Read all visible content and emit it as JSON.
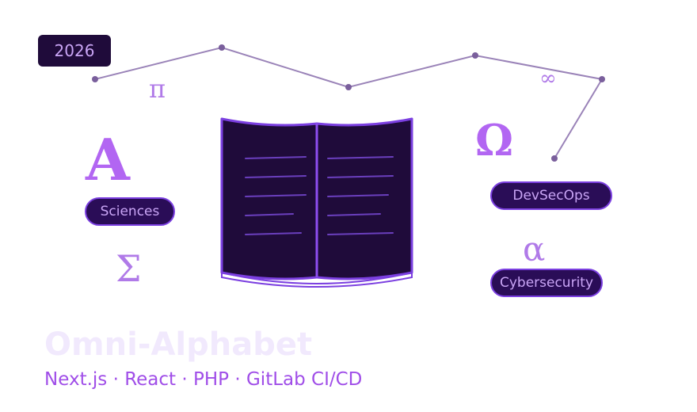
{
  "badge": {
    "year": "2026"
  },
  "glyphs": {
    "a": "A",
    "omega": "Ω",
    "pi": "π",
    "infinity": "∞",
    "sigma": "Σ",
    "alpha": "α"
  },
  "tags": {
    "sciences": "Sciences",
    "devsecops": "DevSecOps",
    "cybersecurity": "Cybersecurity"
  },
  "title": "Omni-Alphabet",
  "subtitle": {
    "items": [
      "Next.js",
      "React",
      "PHP",
      "GitLab CI/CD"
    ],
    "separator": "·"
  },
  "icons": {
    "book": "open-book-icon",
    "constellation": "constellation-line-icon"
  },
  "colors": {
    "accent": "#b266f2",
    "badge_bg": "#1f0b3a",
    "book_fill": "#1f0b3a",
    "book_stroke": "#7b3fe0",
    "line": "#8a73a8",
    "title_color": "#f1e9fd",
    "subtitle_color": "#a04ee8"
  }
}
